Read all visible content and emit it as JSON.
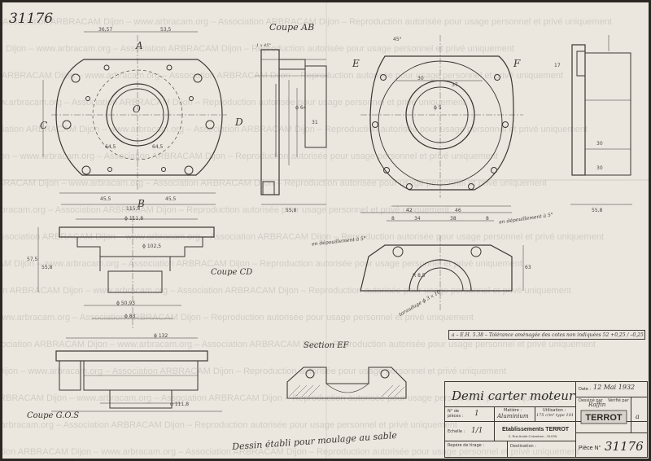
{
  "sheet_number": "31176",
  "watermark": "Association ARBRACAM Dijon – www.arbracam.org – Association ARBRACAM Dijon – Reproduction autorisée pour usage personnel et privé uniquement",
  "views": {
    "section_ab": "Coupe AB",
    "section_cd": "Coupe CD",
    "section_gos": "Coupe G.O.S",
    "section_ef": "Section EF"
  },
  "markers": {
    "A": "A",
    "B": "B",
    "C": "C",
    "D": "D",
    "E": "E",
    "F": "F",
    "O": "O"
  },
  "dimensions": {
    "d1": "36,57",
    "d2": "53,5",
    "d3": "45,5",
    "d4": "45,5",
    "d5": "115,8",
    "d6": "ϕ 111,8",
    "d7": "64,5",
    "d8": "64,5",
    "d9": "31",
    "d10": "55,8",
    "d11": "42",
    "d12": "46",
    "d13": "8",
    "d14": "34",
    "d15": "38",
    "d16": "8",
    "d17": "55,8",
    "d18": "30",
    "d19": "37",
    "d20": "63",
    "d21": "57,5",
    "d22": "55,8",
    "d23": "ϕ 102,5",
    "d24": "ϕ 50,93",
    "d25": "ϕ 83",
    "d26": "ϕ 132",
    "d27": "ϕ 111,8",
    "d28": "30",
    "d29": "ϕ 64",
    "d30": "45°",
    "d31": "R 8,5",
    "d32": "ϕ 5",
    "d33": "17",
    "d34": "30"
  },
  "notes": {
    "chamfer": "1 x 45°",
    "lamage": "en dépouillement à 5°",
    "thread": "taraudage ϕ 3 x 10",
    "revision": "a – E.H. 5.38 – Tolérance aménagée des cotes non indiquées 52 +0,25 / –0,25",
    "foundry": "Dessin établi pour moulage au sable"
  },
  "title_block": {
    "title": "Demi carter moteur",
    "date_label": "Date :",
    "date_value": "12 Mai 1932",
    "drawn_label": "Dessiné par",
    "checked_label": "Vérifié par",
    "drawn_value": "Raffin",
    "qty_label": "N° de pièces :",
    "qty_value": "1",
    "material_label": "Matière :",
    "material_value": "Aluminium",
    "usage_label": "Utilisation :",
    "usage_value": "175 c/m³ type 101",
    "scale_label": "Echelle :",
    "scale_value": "1/1",
    "company": "Etablissements TERROT",
    "address": "2, Rue André-Colomban – DIJON",
    "logo_text": "TERROT",
    "ref_label": "Repère de tirage :",
    "destination_label": "Destination :",
    "piece_label": "Pièce N°",
    "piece_number": "31176",
    "revision_letter": "a"
  },
  "colors": {
    "paper": "#ebe7df",
    "ink": "#3a3630",
    "frame": "#2b2723"
  }
}
